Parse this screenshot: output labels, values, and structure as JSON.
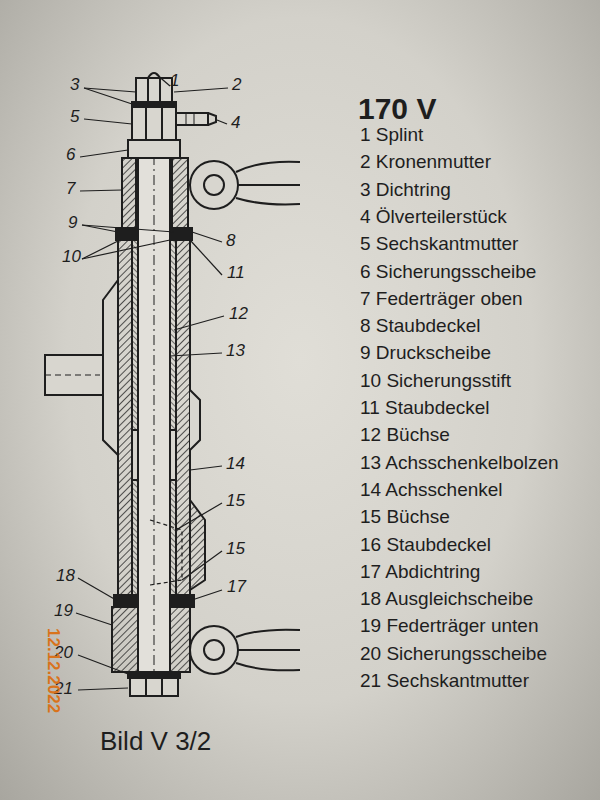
{
  "diagram": {
    "title": "170 V",
    "caption": "Bild V 3/2",
    "labels": [
      "3",
      "1",
      "2",
      "5",
      "4",
      "6",
      "7",
      "9",
      "8",
      "10",
      "11",
      "12",
      "13",
      "14",
      "15",
      "15",
      "18",
      "17",
      "19",
      "20",
      "21",
      "1 Splint",
      "2 Kronenmutter",
      "3 Dichtring",
      "4 Ölverteilerstück",
      "5 Sechskantmutter",
      "6 Sicherungsscheibe",
      "7 Federträger oben",
      "8 Staubdeckel",
      "9 Druckscheibe",
      "10 Sicherungsstift",
      "11 Staubdeckel",
      "12 Büchse",
      "13 Achsschenkelbolzen",
      "14 Achsschenkel",
      "15 Büchse",
      "16 Staubdeckel",
      "17 Abdichtring",
      "18 Ausgleichscheibe",
      "19 Federträger unten",
      "20 Sicherungsscheibe",
      "21 Sechskantmutter",
      "12.12.2022"
    ]
  }
}
